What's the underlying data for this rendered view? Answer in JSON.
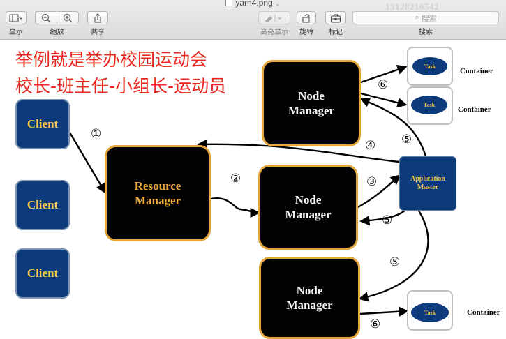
{
  "window": {
    "title": "yarn4.png"
  },
  "toolbar": {
    "view_label": "显示",
    "zoom_label": "缩放",
    "share_label": "共享",
    "highlight_label": "高亮显示",
    "rotate_label": "旋转",
    "markup_label": "标记",
    "search_label": "搜索",
    "search_placeholder": "搜索"
  },
  "watermark": "13128216542",
  "heading": {
    "line1": "举例就是举办校园运动会",
    "line2": "校长-班主任-小组长-运动员"
  },
  "diagram": {
    "clients": [
      "Client",
      "Client",
      "Client"
    ],
    "resource_manager": {
      "line1": "Resource",
      "line2": "Manager"
    },
    "node_managers": [
      {
        "line1": "Node",
        "line2": "Manager"
      },
      {
        "line1": "Node",
        "line2": "Manager"
      },
      {
        "line1": "Node",
        "line2": "Manager"
      }
    ],
    "application_master": {
      "line1": "Application",
      "line2": "Master"
    },
    "task_label": "Task",
    "container_label": "Container",
    "step_numbers": {
      "s1": "①",
      "s2": "②",
      "s3": "③",
      "s4": "④",
      "s5a": "⑤",
      "s5b": "⑤",
      "s5c": "⑤",
      "s6a": "⑥",
      "s6b": "⑥"
    }
  }
}
